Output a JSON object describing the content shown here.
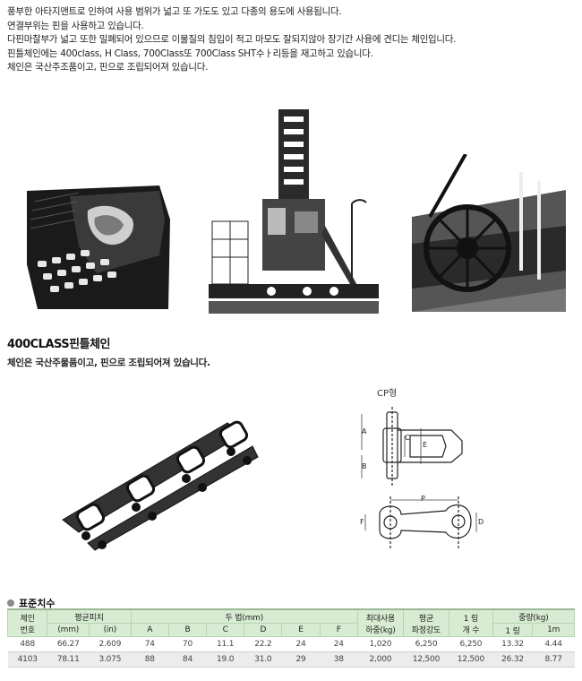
{
  "intro": {
    "lines": [
      "풍부한 아타지맨트로 인하여 사용 범위가 넓고 또 가도도 있고 다종의 용도에 사용됩니다.",
      "연결부위는 핀을 사용하고 있습니다.",
      "다핀마찰부가 넓고 또한 밀폐되어 있으므로 이물질의 침입이 적고 마모도 잘되지않아 장기간 사용에 견디는 체인입니다.",
      "핀틀체인에는 400class, H Class, 700Class또 700Class SHT수ㅏ리등을 재고하고 있습니다.",
      "체인은  국산주조품이고, 핀으로 조립되어져 있습니다."
    ]
  },
  "section": {
    "title": "400CLASS핀틀체인",
    "subtitle": "체인은  국산주물품이고, 핀으로 조립되어져 있습니다."
  },
  "diagram": {
    "type_label": "CP형",
    "dims": {
      "a": "A",
      "b": "B",
      "c": "C",
      "e": "E",
      "p": "P",
      "d": "D",
      "f": "F"
    }
  },
  "standard": {
    "heading": "표준치수",
    "header_row1": {
      "chain_no": "체인\n번호",
      "pitch": "평균피치",
      "dims": "두      법(mm)",
      "max_load": "최대사용\n하중(kg)",
      "avg_strength": "평균\n파정강도",
      "per_ring": "1 링\n개 수",
      "weight": "중량(kg)"
    },
    "header_row2": {
      "mm": "(mm)",
      "in": "(in)",
      "A": "A",
      "B": "B",
      "C": "C",
      "D": "D",
      "E": "E",
      "F": "F",
      "ring1": "1 링",
      "m1": "1m"
    },
    "rows": [
      {
        "no": "488",
        "mm": "66.27",
        "in": "2.609",
        "A": "74",
        "B": "70",
        "C": "11.1",
        "D": "22.2",
        "E": "24",
        "F": "24",
        "max_load": "1,020",
        "strength": "6,250",
        "count": "6,250",
        "w1": "13.32",
        "w2": "4.44"
      },
      {
        "no": "4103",
        "mm": "78.11",
        "in": "3.075",
        "A": "88",
        "B": "84",
        "C": "19.0",
        "D": "31.0",
        "E": "29",
        "F": "38",
        "max_load": "2,000",
        "strength": "12,500",
        "count": "12,500",
        "w1": "26.32",
        "w2": "8.77"
      }
    ]
  }
}
